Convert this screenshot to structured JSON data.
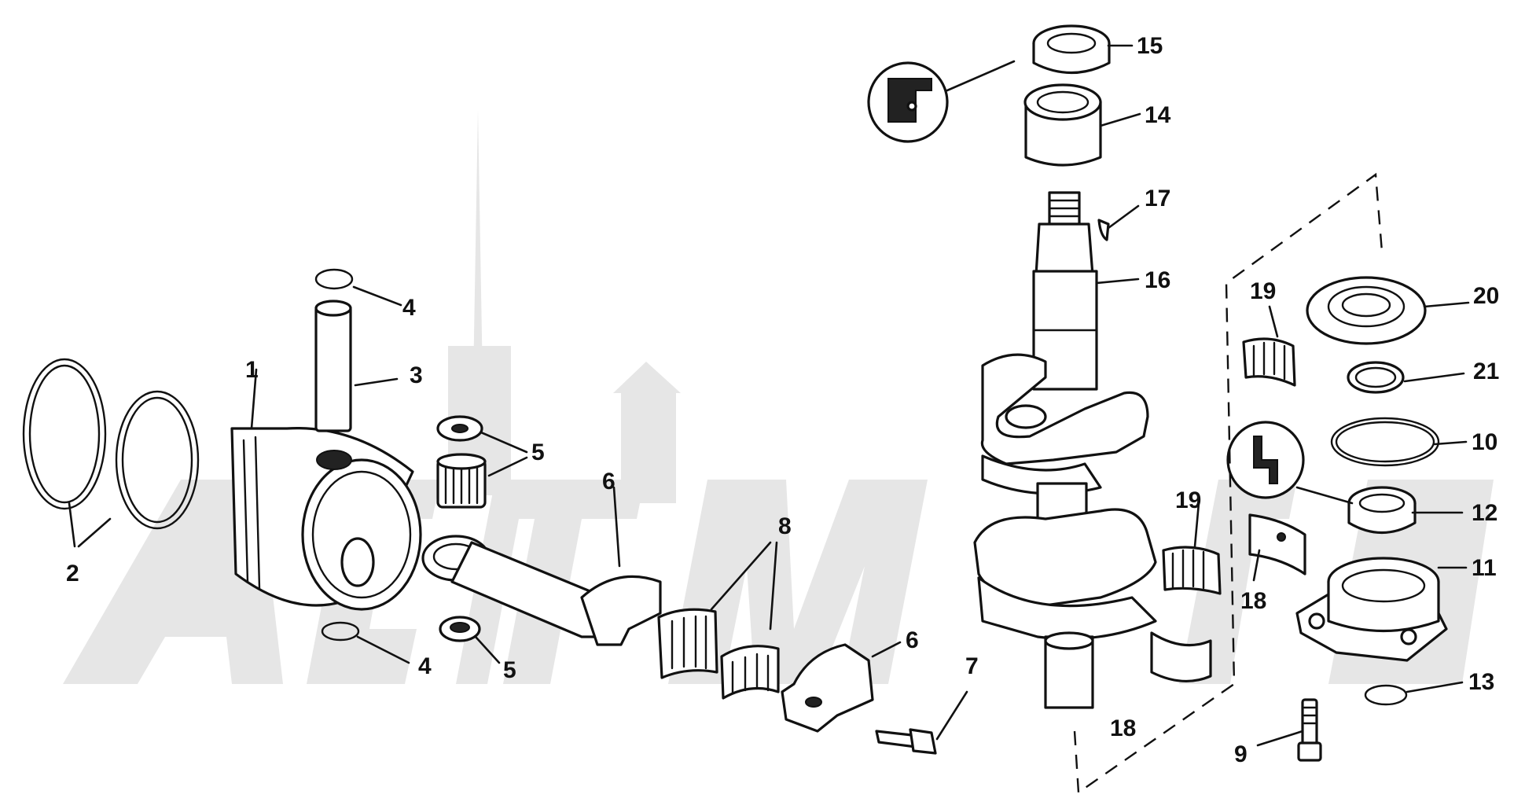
{
  "callouts": {
    "c1": "1",
    "c2": "2",
    "c3": "3",
    "c4a": "4",
    "c4b": "4",
    "c5a": "5",
    "c5b": "5",
    "c6a": "6",
    "c6b": "6",
    "c7": "7",
    "c8": "8",
    "c9": "9",
    "c10": "10",
    "c11": "11",
    "c12": "12",
    "c13": "13",
    "c14": "14",
    "c15": "15",
    "c16": "16",
    "c17": "17",
    "c18a": "18",
    "c18b": "18",
    "c19a": "19",
    "c19b": "19",
    "c20": "20",
    "c21": "21"
  },
  "colors": {
    "line": "#111111",
    "background": "#ffffff",
    "watermark": "#e6e6e6"
  }
}
